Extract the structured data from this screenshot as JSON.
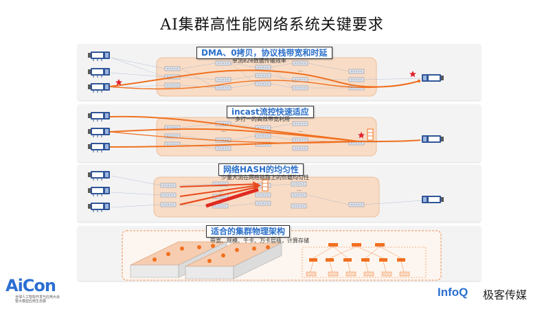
{
  "title": "AI集群高性能网络系统关键要求",
  "panels": [
    {
      "heading": "DMA、0拷贝，协议栈带宽和时延",
      "sub": "单流e2e数据传输效率"
    },
    {
      "heading": "incast流控快速适应",
      "sub": "多打一的高效带宽利用"
    },
    {
      "heading": "网络HASH的均匀性",
      "sub": "少量大流在网络链路上的负载均匀性"
    },
    {
      "heading": "适合的集群物理架构",
      "sub": "带宽、规模、千卡、万卡层级，计算存储"
    }
  ],
  "logos": {
    "aicon": "AiCon",
    "aicon_sub_1": "全球人工智能开发与应用大会",
    "aicon_sub_2": "暨大模型应用生态展",
    "infoq": "InfoQ",
    "geek": "极客传媒"
  },
  "colors": {
    "accent_blue": "#2a6fc9",
    "flow_orange": "#f07020",
    "fabric_fill": "#f8dcc6",
    "nic_blue": "#2f5597",
    "star_red": "#e0202a"
  },
  "icons": [
    "nic-card-icon",
    "switch-icon",
    "star-icon",
    "queue-icon"
  ]
}
